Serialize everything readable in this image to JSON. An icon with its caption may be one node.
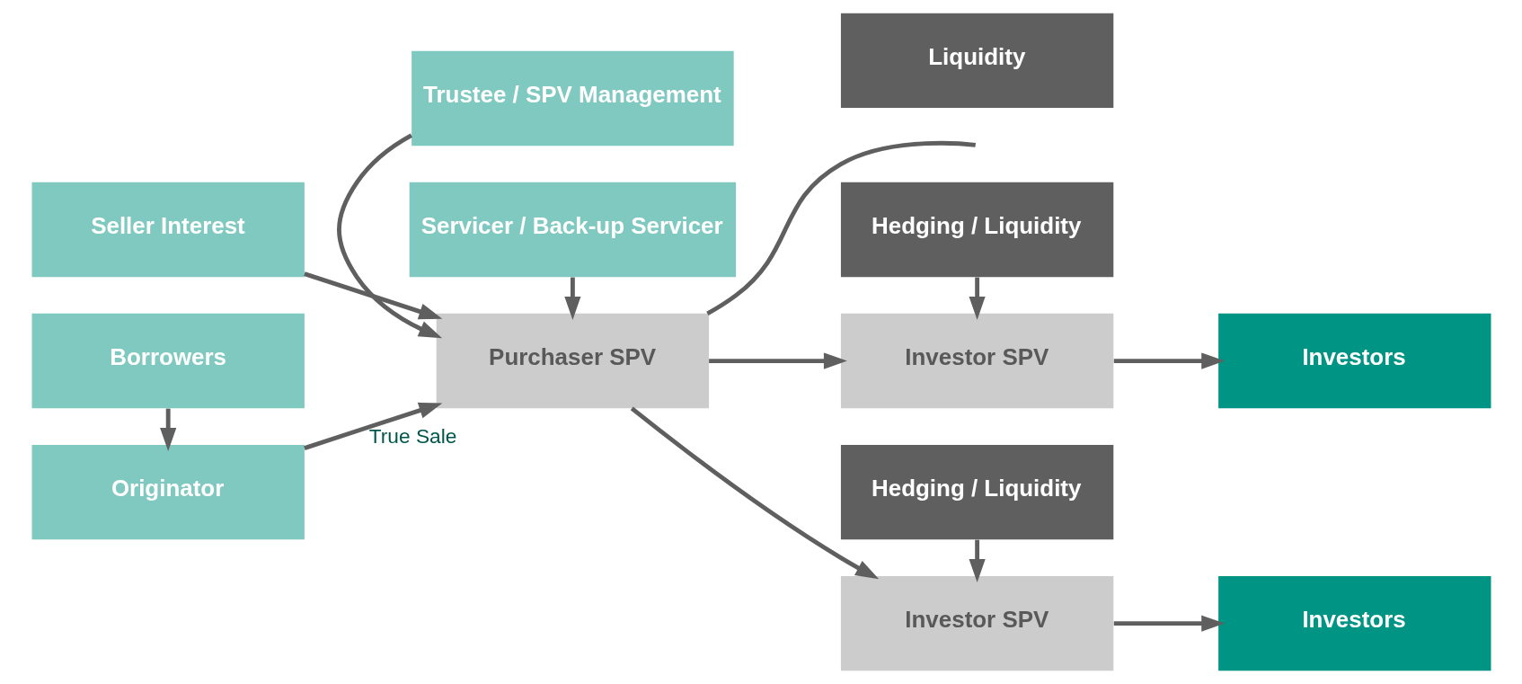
{
  "diagram": {
    "nodes": [
      {
        "text": [
          "Seller Interest"
        ]
      },
      {
        "text": [
          "Trustee / SPV Management"
        ]
      },
      {
        "text": [
          "Liquidity"
        ]
      },
      {
        "text": [
          "Originator"
        ]
      },
      {
        "text": [
          "Purchaser SPV"
        ]
      },
      {
        "text": [
          "Investor SPV"
        ]
      },
      {
        "text": [
          "Investors"
        ]
      },
      {
        "text": [
          "Borrowers"
        ]
      },
      {
        "text": [
          "Hedging / Liquidity"
        ]
      },
      {
        "text": [
          "Servicer / Back-up Servicer"
        ]
      },
      {
        "text": [
          "Investor SPV"
        ]
      },
      {
        "text": [
          "Investors"
        ]
      },
      {
        "text": [
          "Hedging / Liquidity"
        ]
      }
    ],
    "edges": [
      {
        "from": 0,
        "to": 4,
        "arrow": "to"
      },
      {
        "from": 1,
        "to": 4,
        "arrow": "to"
      },
      {
        "from": 4,
        "to": null,
        "arrow": "none"
      },
      {
        "from": 3,
        "to": 4,
        "arrow": "to",
        "label": "True Sale"
      },
      {
        "from": 4,
        "to": 5,
        "arrow": "to"
      },
      {
        "from": 5,
        "to": 6,
        "arrow": "to"
      },
      {
        "from": 8,
        "to": 5,
        "arrow": "to"
      },
      {
        "from": 7,
        "to": 3,
        "arrow": "to"
      },
      {
        "from": 9,
        "to": 4,
        "arrow": "to"
      },
      {
        "from": 4,
        "to": 10,
        "arrow": "to"
      },
      {
        "from": 10,
        "to": 11,
        "arrow": "to"
      },
      {
        "from": 12,
        "to": 10,
        "arrow": "to"
      }
    ]
  }
}
